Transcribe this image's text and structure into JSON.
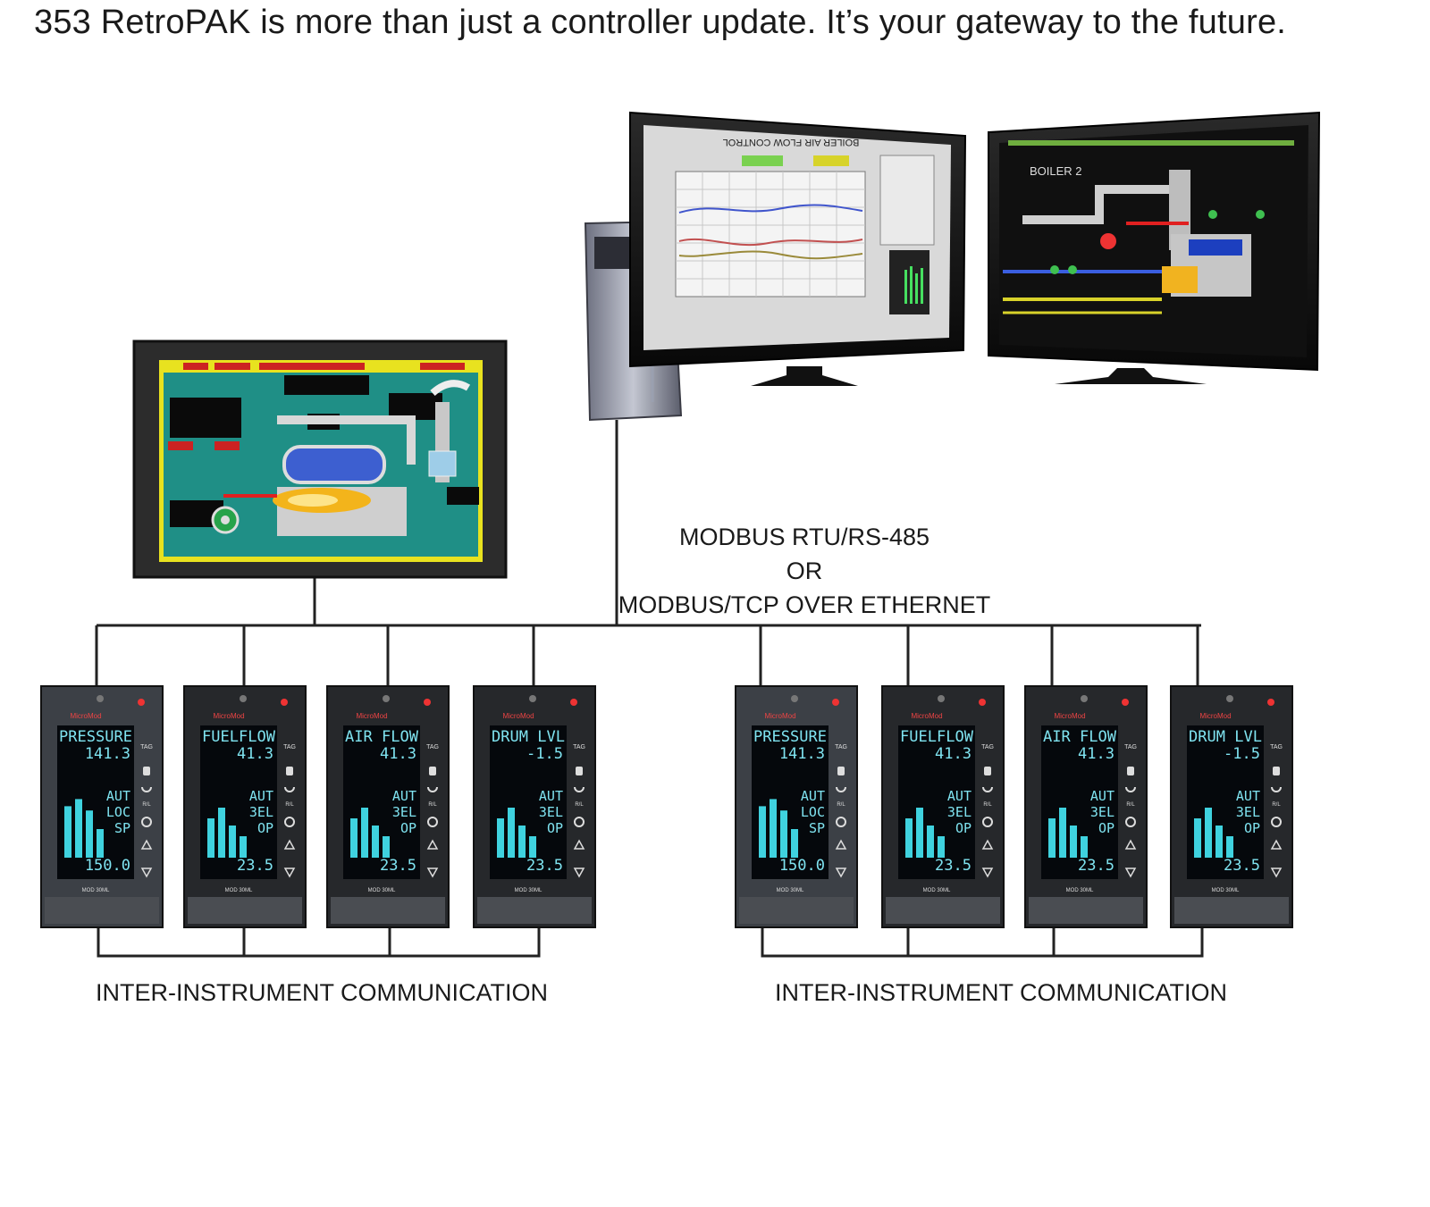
{
  "headline": "353 RetroPAK is more than just a controller update.  It’s your gateway to the future.",
  "network_label": {
    "line1": "MODBUS RTU/RS-485",
    "line2": "OR",
    "line3": "MODBUS/TCP OVER ETHERNET"
  },
  "inter_instrument_labels": [
    "INTER-INSTRUMENT COMMUNICATION",
    "INTER-INSTRUMENT COMMUNICATION"
  ],
  "monitor_screens": {
    "center_title": "BOILER AIR FLOW CONTROL",
    "right_title": "BOILER 2"
  },
  "controllers": [
    {
      "brand": "MicroMod",
      "tag": "PRESSURE",
      "pv": "141.3",
      "mode1": "AUT",
      "mode2": "LOC",
      "mode3": "SP",
      "out": "150.0",
      "model": "MOD 30ML",
      "bars": [
        0.72,
        0.82,
        0.66,
        0.4
      ],
      "faceplate": "#3c4046"
    },
    {
      "brand": "MicroMod",
      "tag": "FUELFLOW",
      "pv": "41.3",
      "mode1": "AUT",
      "mode2": "3EL",
      "mode3": "OP",
      "out": "23.5",
      "model": "MOD 30ML",
      "bars": [
        0.55,
        0.7,
        0.45,
        0.3
      ],
      "faceplate": "#26282b"
    },
    {
      "brand": "MicroMod",
      "tag": "AIR FLOW",
      "pv": "41.3",
      "mode1": "AUT",
      "mode2": "3EL",
      "mode3": "OP",
      "out": "23.5",
      "model": "MOD 30ML",
      "bars": [
        0.55,
        0.7,
        0.45,
        0.3
      ],
      "faceplate": "#26282b"
    },
    {
      "brand": "MicroMod",
      "tag": "DRUM LVL",
      "pv": "-1.5",
      "mode1": "AUT",
      "mode2": "3EL",
      "mode3": "OP",
      "out": "23.5",
      "model": "MOD 30ML",
      "bars": [
        0.55,
        0.7,
        0.45,
        0.3
      ],
      "faceplate": "#26282b"
    },
    {
      "brand": "MicroMod",
      "tag": "PRESSURE",
      "pv": "141.3",
      "mode1": "AUT",
      "mode2": "LOC",
      "mode3": "SP",
      "out": "150.0",
      "model": "MOD 30ML",
      "bars": [
        0.72,
        0.82,
        0.66,
        0.4
      ],
      "faceplate": "#3c4046"
    },
    {
      "brand": "MicroMod",
      "tag": "FUELFLOW",
      "pv": "41.3",
      "mode1": "AUT",
      "mode2": "3EL",
      "mode3": "OP",
      "out": "23.5",
      "model": "MOD 30ML",
      "bars": [
        0.55,
        0.7,
        0.45,
        0.3
      ],
      "faceplate": "#26282b"
    },
    {
      "brand": "MicroMod",
      "tag": "AIR FLOW",
      "pv": "41.3",
      "mode1": "AUT",
      "mode2": "3EL",
      "mode3": "OP",
      "out": "23.5",
      "model": "MOD 30ML",
      "bars": [
        0.55,
        0.7,
        0.45,
        0.3
      ],
      "faceplate": "#26282b"
    },
    {
      "brand": "MicroMod",
      "tag": "DRUM LVL",
      "pv": "-1.5",
      "mode1": "AUT",
      "mode2": "3EL",
      "mode3": "OP",
      "out": "23.5",
      "model": "MOD 30ML",
      "bars": [
        0.55,
        0.7,
        0.45,
        0.3
      ],
      "faceplate": "#26282b"
    }
  ],
  "controller_side_buttons": [
    "TAG",
    "hand-icon",
    "mode-icon",
    "R/L",
    "cycle-icon",
    "up-arrow-icon",
    "down-arrow-icon"
  ],
  "colors": {
    "lcd_text": "#7fe3f0",
    "lcd_bg": "#05080c",
    "bar": "#3fd2df",
    "hmi_bg": "#1f8f86",
    "hmi_frame": "#e8e21f"
  }
}
